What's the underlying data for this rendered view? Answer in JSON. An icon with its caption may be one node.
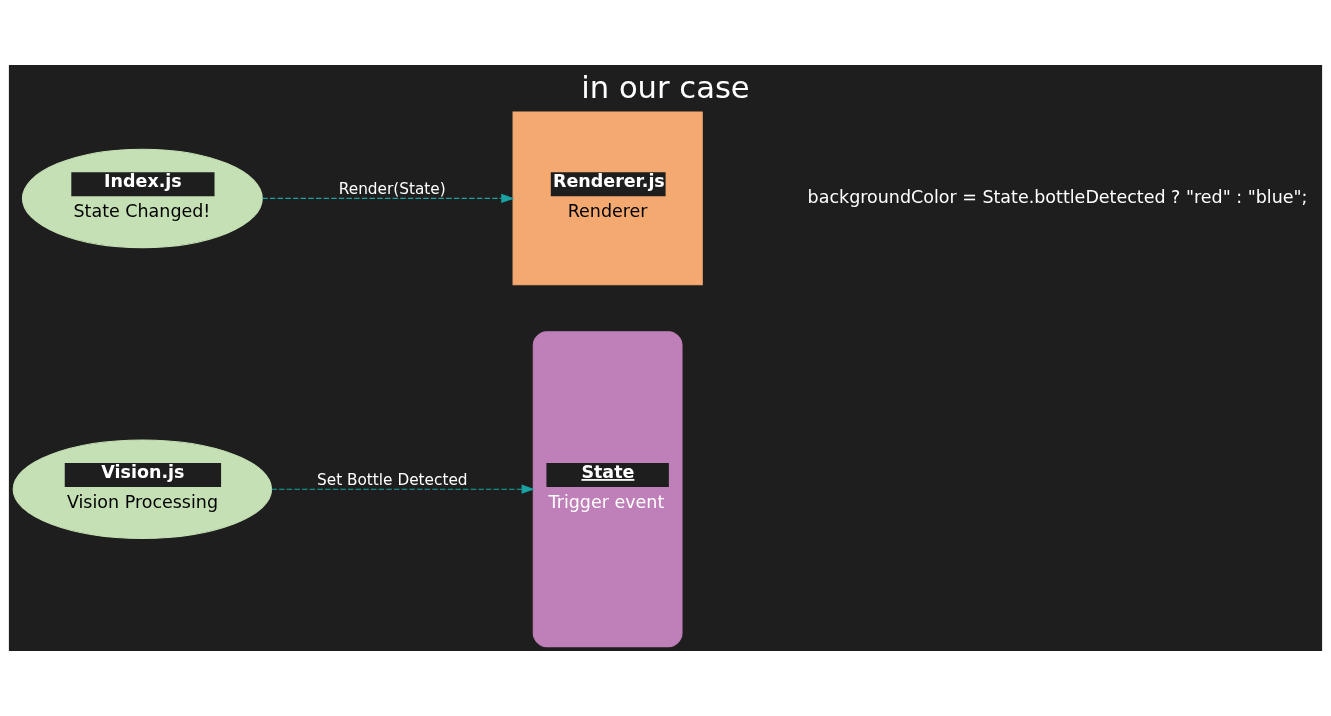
{
  "diagram": {
    "title": "in our case",
    "nodes": [
      {
        "text": [
          "Vision.js",
          "Vision Processing"
        ]
      },
      {
        "text": [
          "State",
          "Trigger event"
        ]
      },
      {
        "text": [
          "Index.js",
          "State Changed!"
        ]
      },
      {
        "text": [
          "Renderer.js",
          "Renderer"
        ]
      }
    ],
    "edges": [
      {
        "from": 0,
        "to": 1,
        "arrow": "to",
        "label": "Set Bottle Detected",
        "style": "dashed"
      },
      {
        "from": 2,
        "to": 3,
        "arrow": "to",
        "label": "Render(State)",
        "style": "dashed"
      }
    ],
    "labels": [
      "backgroundColor = State.bottleDetected ? \"red\" : \"blue\";"
    ]
  }
}
